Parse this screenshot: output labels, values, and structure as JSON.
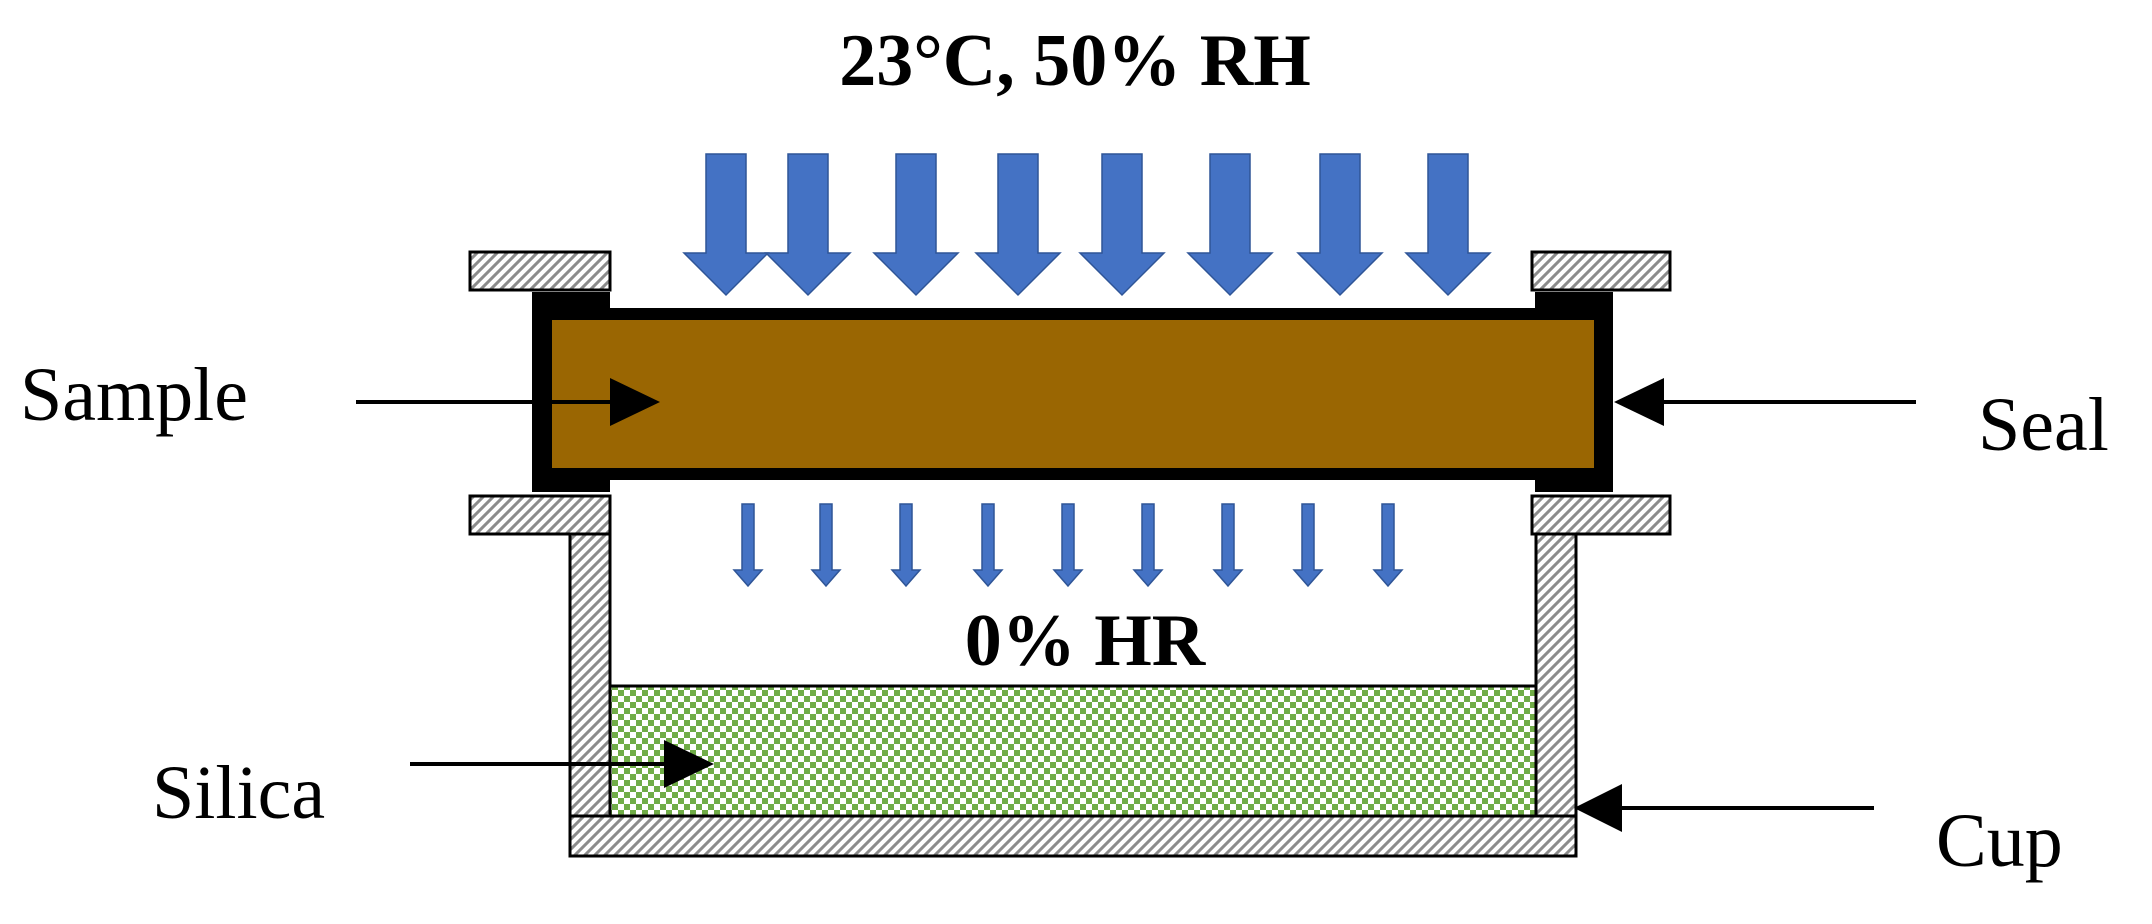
{
  "labels": {
    "top_condition": "23°C, 50% RH",
    "bottom_condition": "0% HR",
    "sample": "Sample",
    "seal": "Seal",
    "silica": "Silica",
    "cup": "Cup"
  },
  "colors": {
    "sample_fill": "#9A6602",
    "seal": "#000000",
    "flow_arrow": "#4472C4",
    "flow_arrow_stroke": "#2F5597",
    "silica_green": "#70AD47",
    "hatch_gray": "#8C8C8C",
    "outline": "#000000"
  },
  "icons": {
    "flow_arrow": "down-arrow-icon",
    "pointer": "arrow-right-icon"
  }
}
